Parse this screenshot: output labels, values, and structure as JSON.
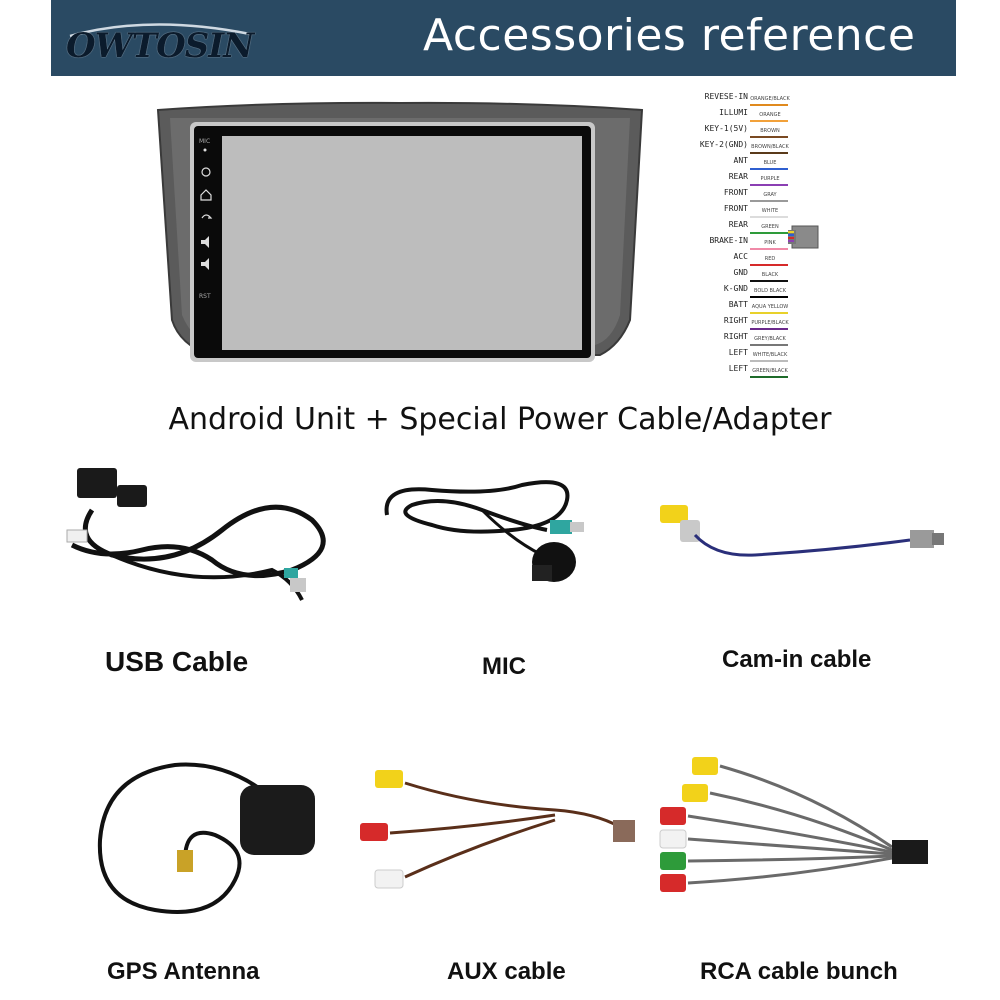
{
  "header": {
    "title": "Accessories reference",
    "logo": "OWTOSIN",
    "background": "#2a4a63"
  },
  "main_section": {
    "title": "Android Unit + Special Power Cable/Adapter"
  },
  "wiring_diagram": {
    "wires": [
      {
        "label": "REVESE-IN",
        "color_text": "ORANGE/BLACK",
        "color": "#e08a1e"
      },
      {
        "label": "ILLUMI",
        "color_text": "ORANGE",
        "color": "#f2a13a"
      },
      {
        "label": "KEY-1(5V)",
        "color_text": "BROWN",
        "color": "#7a4a22"
      },
      {
        "label": "KEY-2(GND)",
        "color_text": "BROWN/BLACK",
        "color": "#5a3a1a"
      },
      {
        "label": "ANT",
        "color_text": "BLUE",
        "color": "#2f5fd0"
      },
      {
        "label": "REAR",
        "color_text": "PURPLE",
        "color": "#8b3fb3"
      },
      {
        "label": "FRONT",
        "color_text": "GRAY",
        "color": "#9a9a9a"
      },
      {
        "label": "FRONT",
        "color_text": "WHITE",
        "color": "#dcdcdc"
      },
      {
        "label": "REAR",
        "color_text": "GREEN",
        "color": "#2e9b3a"
      },
      {
        "label": "BRAKE-IN",
        "color_text": "PINK",
        "color": "#f08aa8"
      },
      {
        "label": "ACC",
        "color_text": "RED",
        "color": "#d62a2a"
      },
      {
        "label": "GND",
        "color_text": "BLACK",
        "color": "#111111"
      },
      {
        "label": "K-GND",
        "color_text": "BOLD BLACK",
        "color": "#000000"
      },
      {
        "label": "BATT",
        "color_text": "AQUA YELLOW",
        "color": "#e8d12a"
      },
      {
        "label": "RIGHT",
        "color_text": "PURPLE/BLACK",
        "color": "#6b2a8b"
      },
      {
        "label": "RIGHT",
        "color_text": "GREY/BLACK",
        "color": "#777777"
      },
      {
        "label": "LEFT",
        "color_text": "WHITE/BLACK",
        "color": "#bbbbbb"
      },
      {
        "label": "LEFT",
        "color_text": "GREEN/BLACK",
        "color": "#1e6b2a"
      }
    ]
  },
  "accessories": [
    {
      "caption": "USB Cable"
    },
    {
      "caption": "MIC"
    },
    {
      "caption": "Cam-in cable"
    },
    {
      "caption": "GPS Antenna"
    },
    {
      "caption": "AUX cable"
    },
    {
      "caption": "RCA cable bunch"
    }
  ]
}
